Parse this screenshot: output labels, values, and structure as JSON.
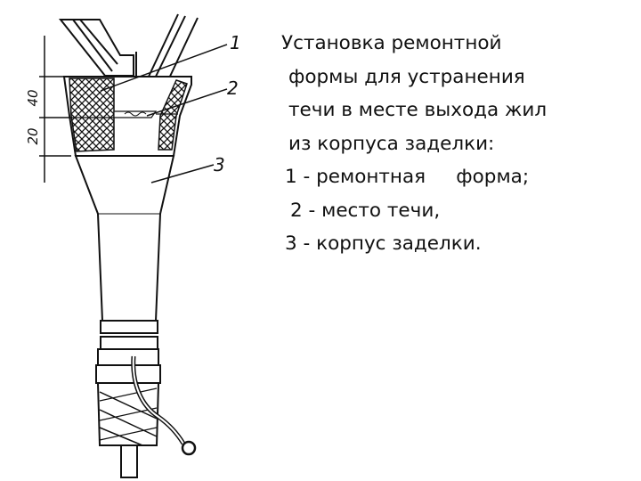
{
  "diagram": {
    "callouts": [
      "1",
      "2",
      "3"
    ],
    "dimensions": [
      "40",
      "20"
    ]
  },
  "caption": {
    "lines": [
      "Установка ремонтной",
      "формы для   устранения",
      "течи в месте выхода жил",
      "из корпуса заделки:",
      "1 - ремонтная     форма;",
      "2 - место течи,",
      "3 - корпус заделки."
    ]
  },
  "colors": {
    "ink": "#111111",
    "background": "#ffffff"
  }
}
